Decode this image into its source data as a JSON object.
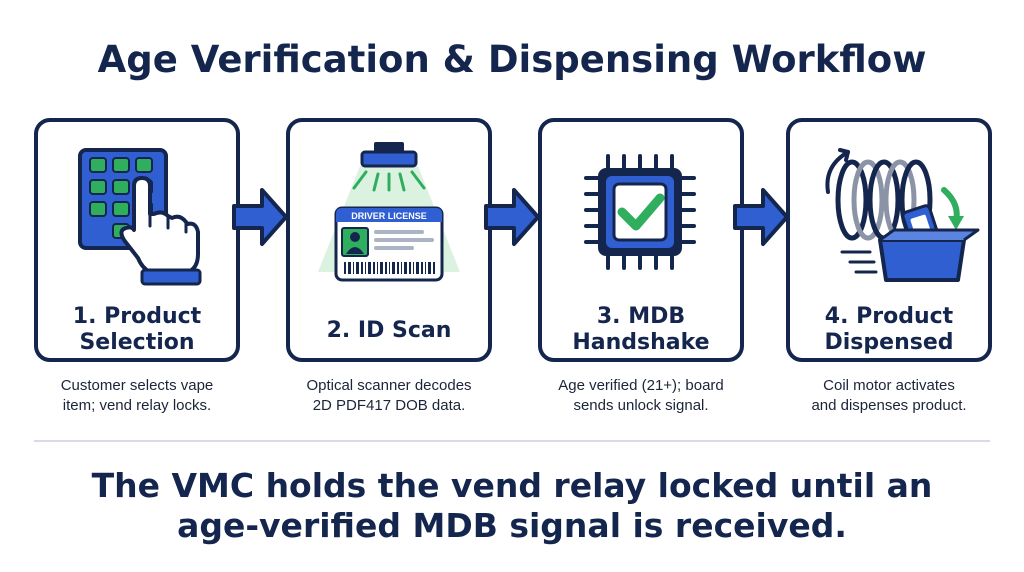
{
  "title": "Age Verification & Dispensing Workflow",
  "colors": {
    "navy": "#14264d",
    "blue": "#2f5fd0",
    "green": "#2fae5e",
    "light_green": "#d8f1de"
  },
  "steps": [
    {
      "icon": "keypad-touch-icon",
      "title_lines": [
        "1. Product",
        "Selection"
      ],
      "caption_lines": [
        "Customer selects vape",
        "item; vend relay locks."
      ]
    },
    {
      "icon": "id-scanner-icon",
      "card_label": "DRIVER LICENSE",
      "title_lines": [
        "2. ID Scan"
      ],
      "caption_lines": [
        "Optical scanner decodes",
        "2D PDF417 DOB data."
      ]
    },
    {
      "icon": "chip-check-icon",
      "title_lines": [
        "3. MDB",
        "Handshake"
      ],
      "caption_lines": [
        "Age verified (21+); board",
        "sends unlock signal."
      ]
    },
    {
      "icon": "coil-dispense-icon",
      "title_lines": [
        "4. Product",
        "Dispensed"
      ],
      "caption_lines": [
        "Coil motor activates",
        "and dispenses product."
      ]
    }
  ],
  "footer_lines": [
    "The VMC holds the vend relay locked until an",
    "age-verified MDB signal is received."
  ]
}
